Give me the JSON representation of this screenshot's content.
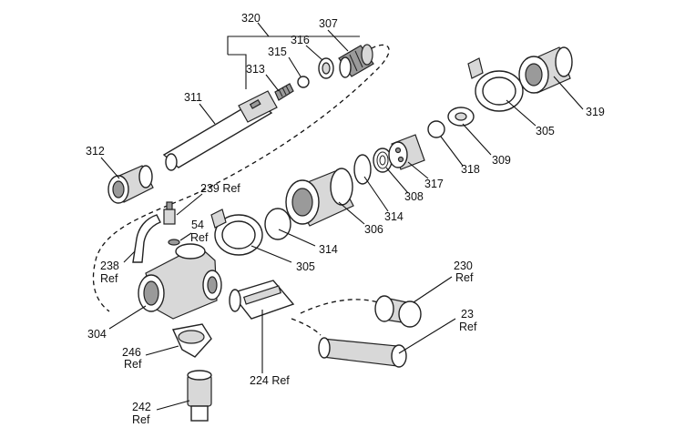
{
  "callouts": {
    "c320": "320",
    "c307": "307",
    "c316": "316",
    "c315": "315",
    "c313": "313",
    "c311": "311",
    "c312": "312",
    "c239": "239 Ref",
    "c54a": "54",
    "c54b": "Ref",
    "c238a": "238",
    "c238b": "Ref",
    "c304": "304",
    "c246a": "246",
    "c246b": "Ref",
    "c242a": "242",
    "c242b": "Ref",
    "c224": "224 Ref",
    "c314a": "314",
    "c305a": "305",
    "c306": "306",
    "c314b": "314",
    "c308": "308",
    "c317": "317",
    "c318": "318",
    "c309": "309",
    "c305b": "305",
    "c319": "319",
    "c230a": "230",
    "c230b": "Ref",
    "c23a": "23",
    "c23b": "Ref"
  }
}
